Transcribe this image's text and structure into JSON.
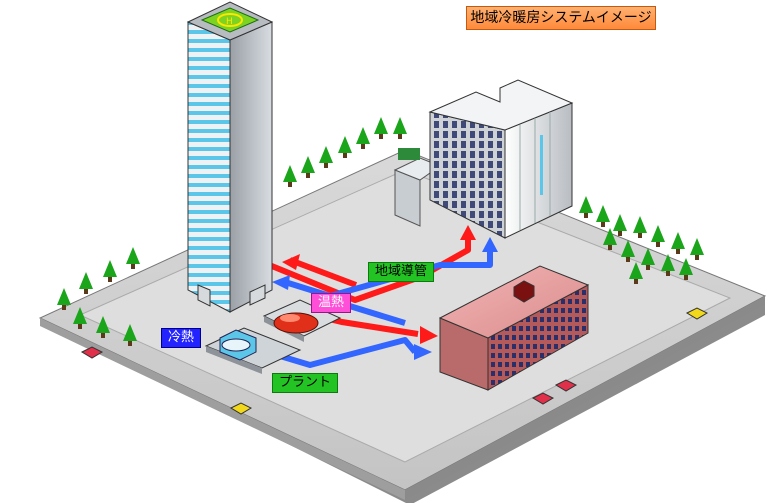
{
  "labels": {
    "title": "地域冷暖房システムイメージ",
    "pipe": "地域導管",
    "hot": "温熱",
    "cold": "冷熱",
    "plant": "プラント"
  },
  "colors": {
    "hot_pipe": "#ff1a1a",
    "cold_pipe": "#3366ff",
    "ground": "#d2d2d2",
    "building_glass": "#5cc6e8"
  },
  "icons": [
    "tree-icon",
    "car-icon",
    "helipad-icon"
  ]
}
